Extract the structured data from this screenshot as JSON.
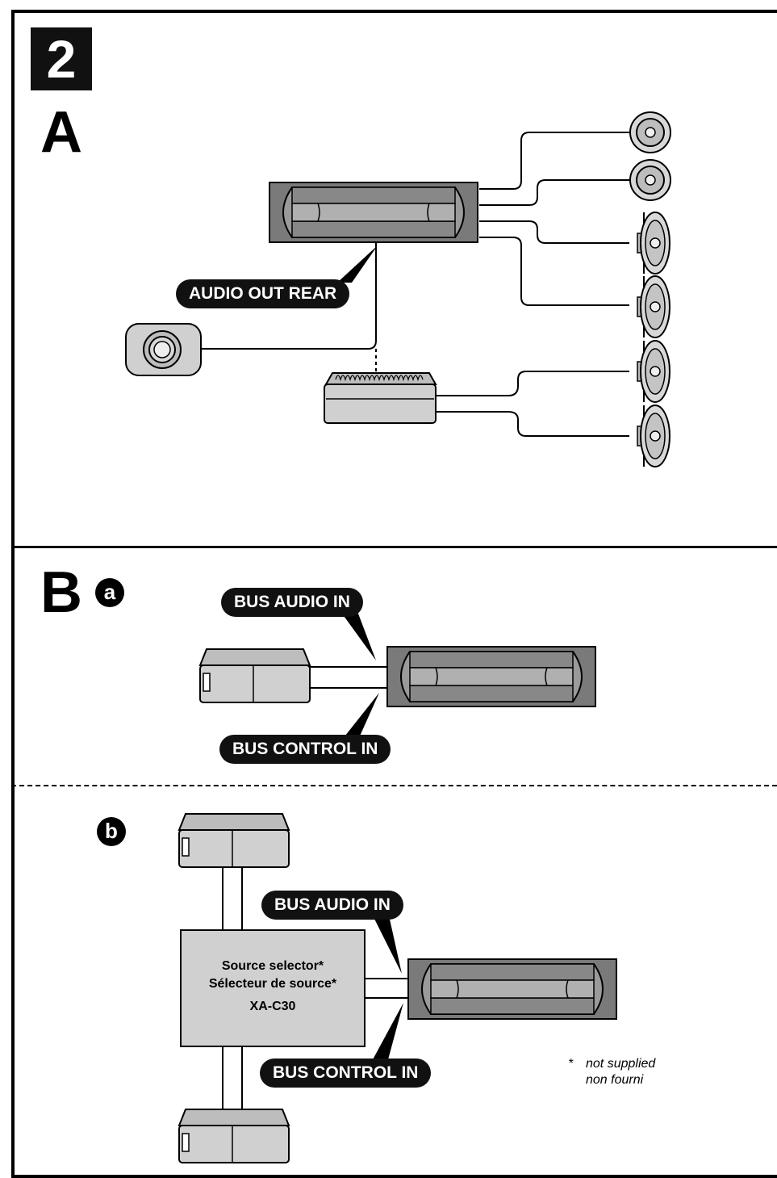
{
  "step_number": "2",
  "sections": {
    "a": {
      "letter": "A"
    },
    "b": {
      "letter": "B",
      "sub_a": "a",
      "sub_b": "b"
    }
  },
  "labels": {
    "audio_out_rear": "AUDIO OUT REAR",
    "bus_audio_in": "BUS AUDIO IN",
    "bus_control_in": "BUS CONTROL IN"
  },
  "source_selector": {
    "line1": "Source selector*",
    "line2": "Sélecteur de source*",
    "line3": "XA-C30"
  },
  "note": {
    "marker": "*",
    "line1": "not supplied",
    "line2": "non fourni"
  },
  "colors": {
    "line": "#000000",
    "unit_dark": "#7a7a7a",
    "unit_light": "#d0d0d0",
    "label_bg": "#111111"
  }
}
